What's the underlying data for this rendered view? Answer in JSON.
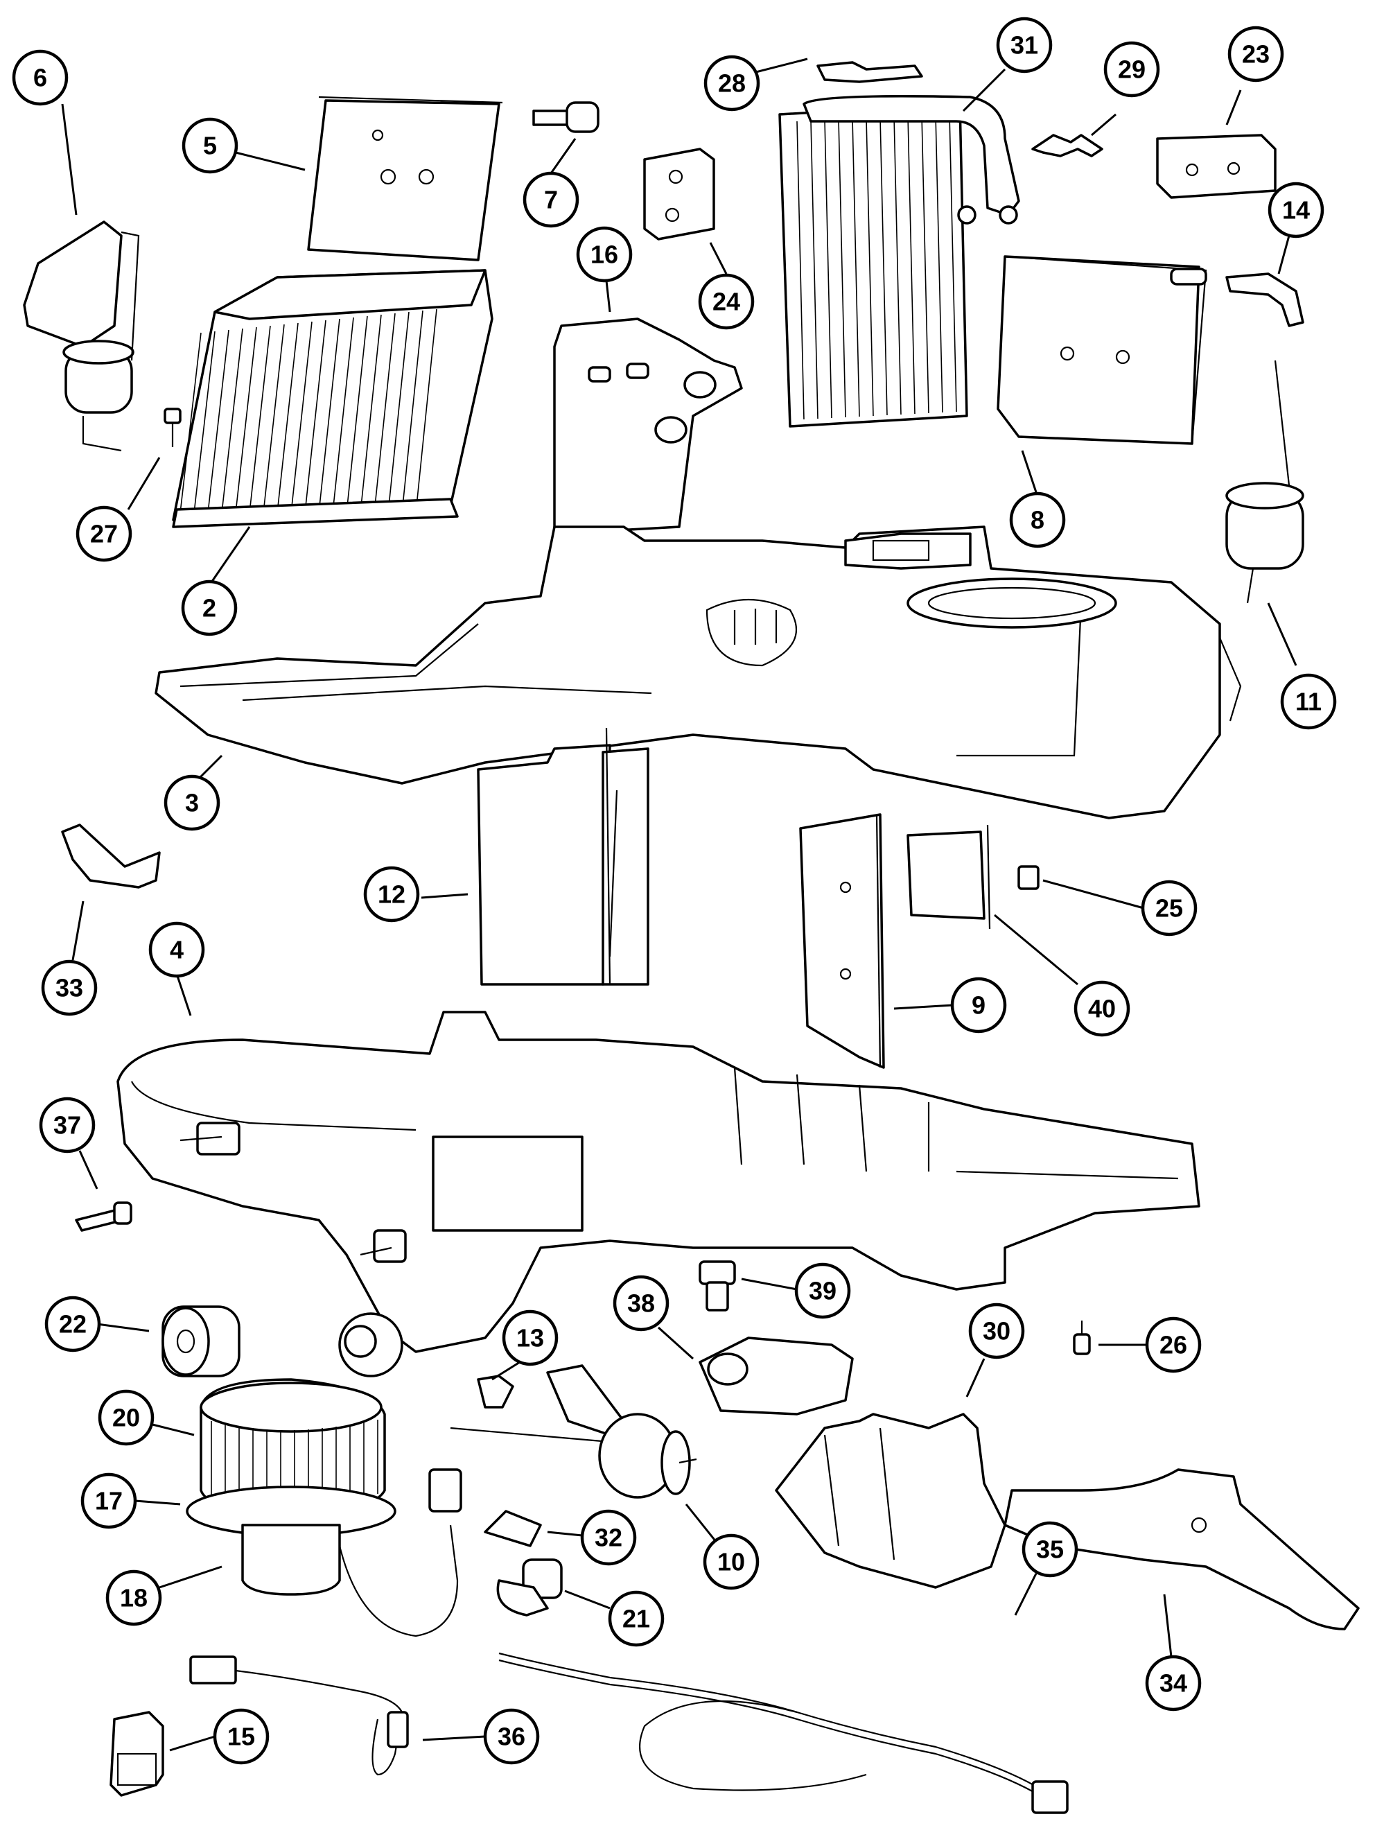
{
  "colors": {
    "ink": "#000000",
    "paper": "#ffffff"
  },
  "callouts": [
    {
      "id": "c6",
      "label": "6"
    },
    {
      "id": "c5",
      "label": "5"
    },
    {
      "id": "c7",
      "label": "7"
    },
    {
      "id": "c28",
      "label": "28"
    },
    {
      "id": "c31",
      "label": "31"
    },
    {
      "id": "c29",
      "label": "29"
    },
    {
      "id": "c23",
      "label": "23"
    },
    {
      "id": "c24",
      "label": "24"
    },
    {
      "id": "c16",
      "label": "16"
    },
    {
      "id": "c14",
      "label": "14"
    },
    {
      "id": "c27",
      "label": "27"
    },
    {
      "id": "c2",
      "label": "2"
    },
    {
      "id": "c8",
      "label": "8"
    },
    {
      "id": "c11",
      "label": "11"
    },
    {
      "id": "c3",
      "label": "3"
    },
    {
      "id": "c12",
      "label": "12"
    },
    {
      "id": "c25",
      "label": "25"
    },
    {
      "id": "c33",
      "label": "33"
    },
    {
      "id": "c4",
      "label": "4"
    },
    {
      "id": "c9",
      "label": "9"
    },
    {
      "id": "c40",
      "label": "40"
    },
    {
      "id": "c37",
      "label": "37"
    },
    {
      "id": "c22",
      "label": "22"
    },
    {
      "id": "c13",
      "label": "13"
    },
    {
      "id": "c38",
      "label": "38"
    },
    {
      "id": "c39",
      "label": "39"
    },
    {
      "id": "c30",
      "label": "30"
    },
    {
      "id": "c26",
      "label": "26"
    },
    {
      "id": "c20",
      "label": "20"
    },
    {
      "id": "c17",
      "label": "17"
    },
    {
      "id": "c32",
      "label": "32"
    },
    {
      "id": "c10",
      "label": "10"
    },
    {
      "id": "c18",
      "label": "18"
    },
    {
      "id": "c21",
      "label": "21"
    },
    {
      "id": "c35",
      "label": "35"
    },
    {
      "id": "c34",
      "label": "34"
    },
    {
      "id": "c15",
      "label": "15"
    },
    {
      "id": "c36",
      "label": "36"
    }
  ]
}
